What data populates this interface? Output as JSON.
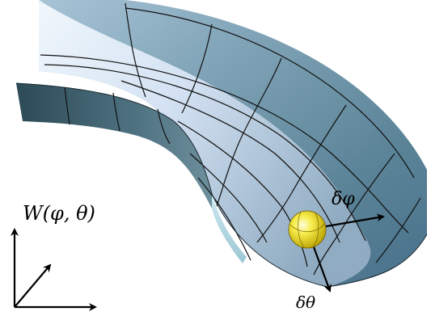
{
  "labels": {
    "potential": "W(φ, θ)",
    "delta_phi": "δφ",
    "delta_theta": "δθ"
  },
  "colors": {
    "surface_light": "#eef6fb",
    "surface_mid": "#c9d8ee",
    "surface_dark": "#4f7a90",
    "inner_wall_dark": "#3c5966",
    "grid_line": "#111111",
    "ball": "#f0e020",
    "ball_highlight": "#fffbb0",
    "arrow": "#000000"
  }
}
